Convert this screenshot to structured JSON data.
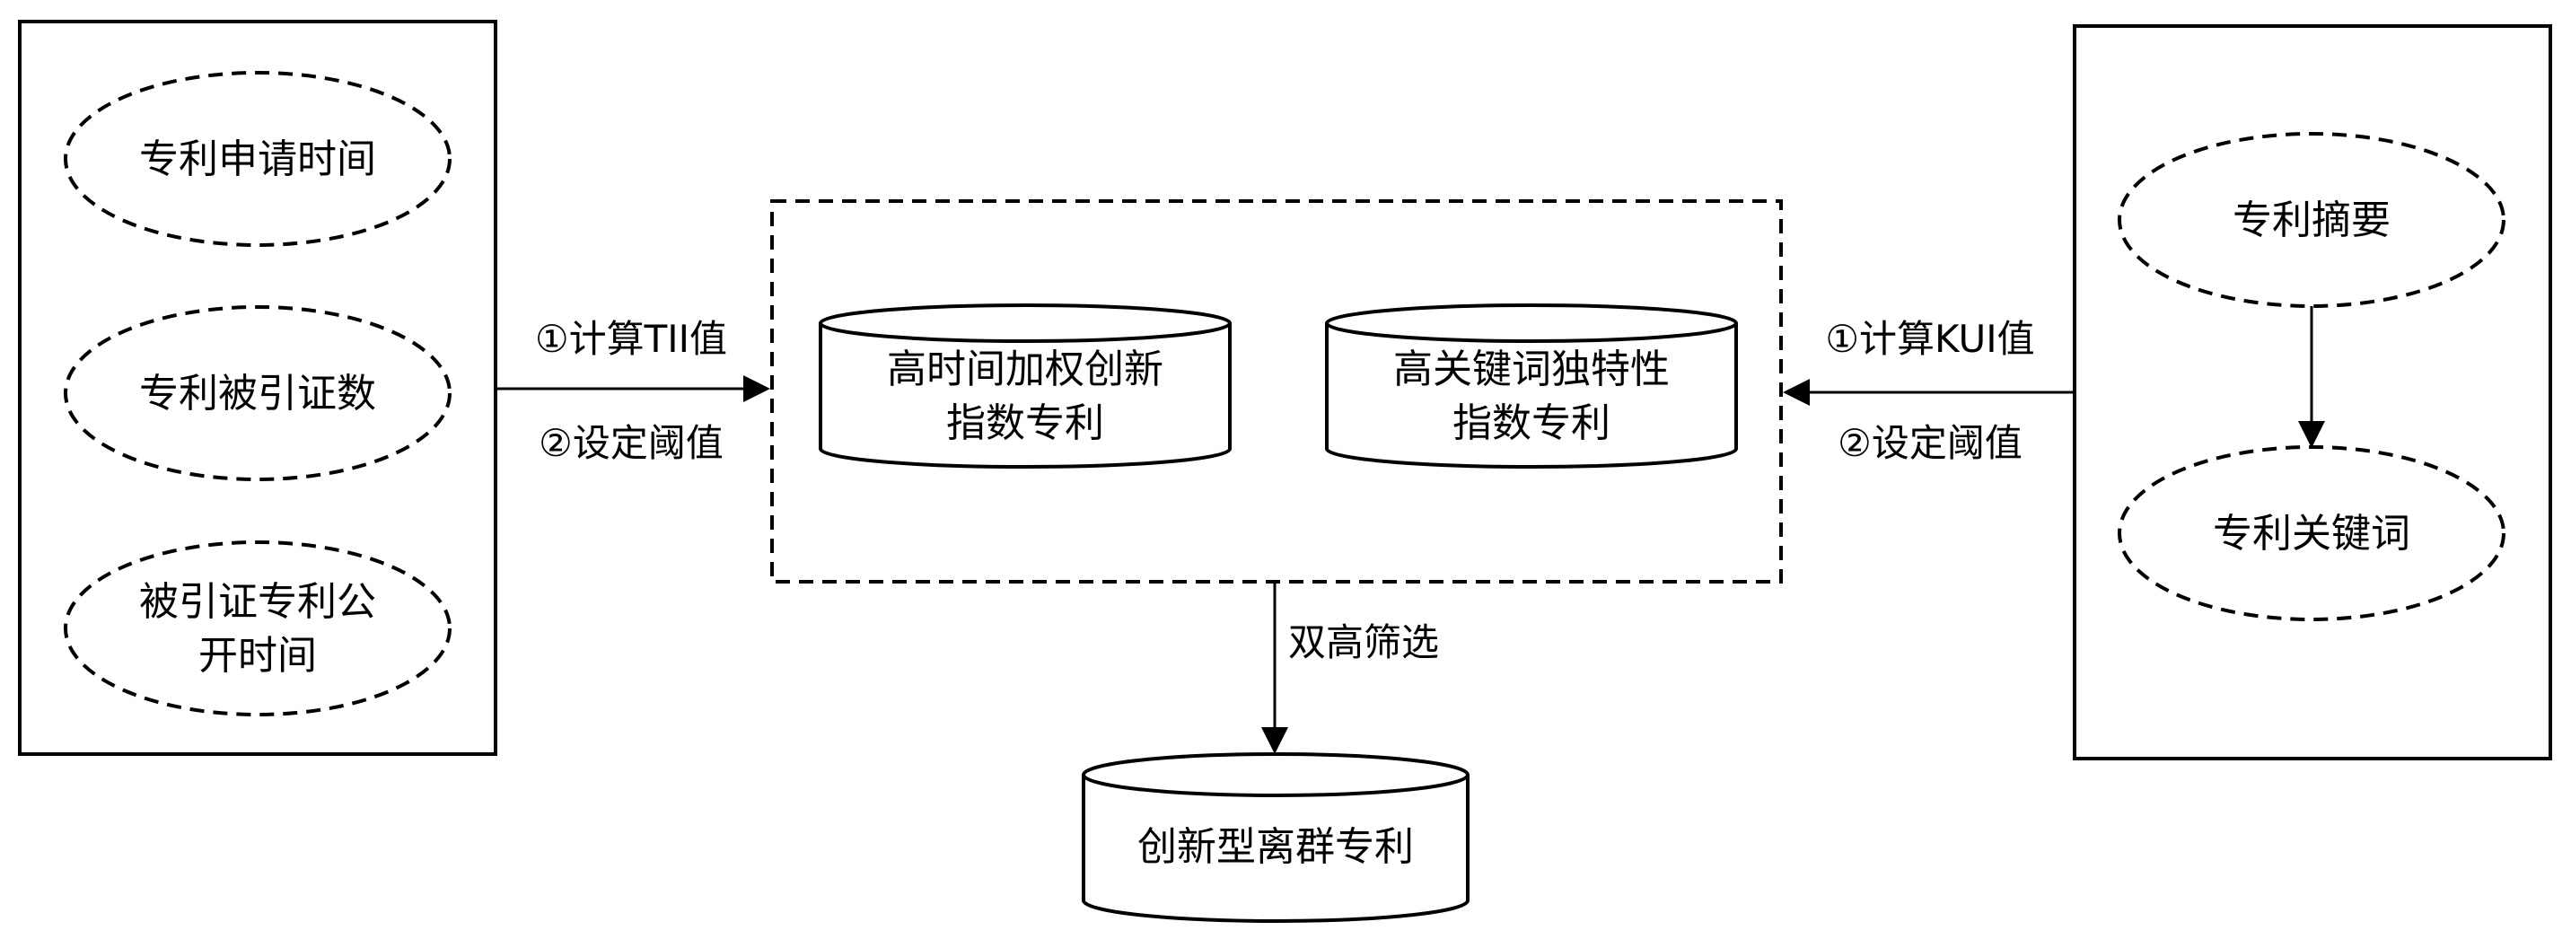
{
  "left_box": {
    "items": [
      {
        "lines": [
          "专利申请时间"
        ]
      },
      {
        "lines": [
          "专利被引证数"
        ]
      },
      {
        "lines": [
          "被引证专利公",
          "开时间"
        ]
      }
    ]
  },
  "left_arrow": {
    "label_top": "①计算TII值",
    "label_bottom": "②设定阈值"
  },
  "center_box": {
    "db_left": {
      "lines": [
        "高时间加权创新",
        "指数专利"
      ]
    },
    "db_right": {
      "lines": [
        "高关键词独特性",
        "指数专利"
      ]
    }
  },
  "right_arrow": {
    "label_top": "①计算KUI值",
    "label_bottom": "②设定阈值"
  },
  "right_box": {
    "top": {
      "lines": [
        "专利摘要"
      ]
    },
    "bottom": {
      "lines": [
        "专利关键词"
      ]
    }
  },
  "down_arrow": {
    "label": "双高筛选"
  },
  "output_db": {
    "lines": [
      "创新型离群专利"
    ]
  }
}
